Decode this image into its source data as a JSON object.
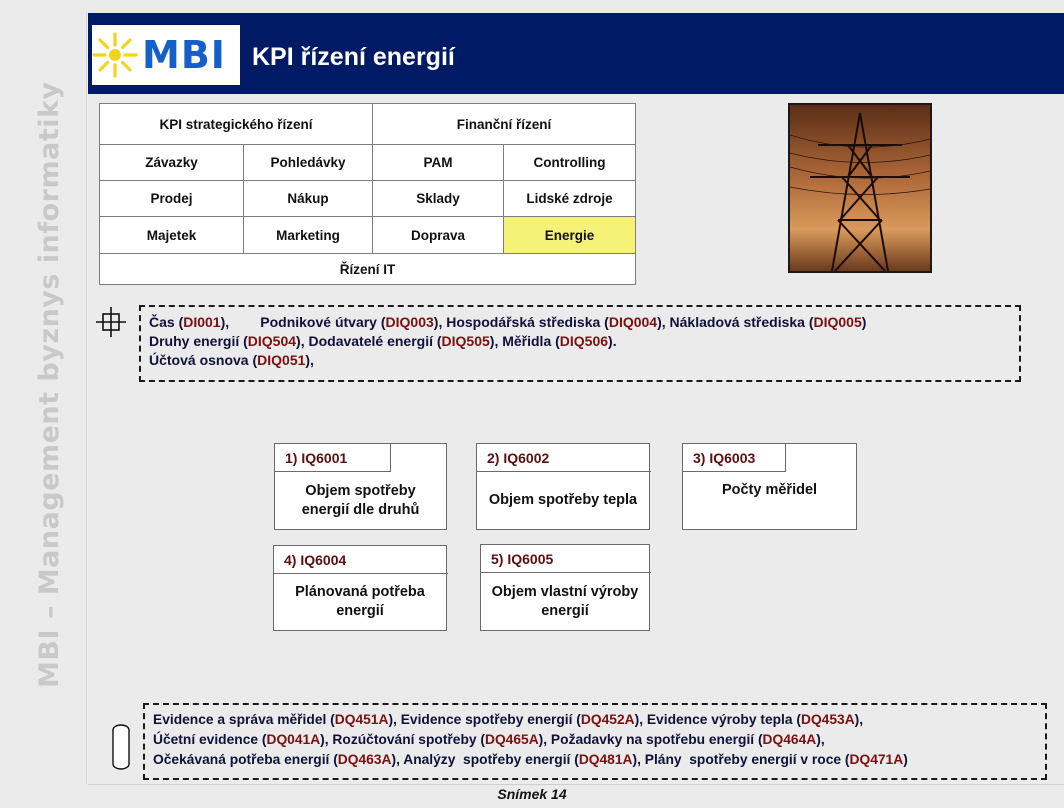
{
  "sidebar_text": "MBI – Management byznys informatiky",
  "header": {
    "logo_text": "MBI",
    "title": "KPI řízení energií"
  },
  "kpi_grid": {
    "row0": [
      "KPI strategického řízení",
      "Finanční řízení"
    ],
    "row1": [
      "Závazky",
      "Pohledávky",
      "PAM",
      "Controlling"
    ],
    "row2": [
      "Prodej",
      "Nákup",
      "Sklady",
      "Lidské zdroje"
    ],
    "row3": [
      "Majetek",
      "Marketing",
      "Doprava",
      "Energie"
    ],
    "row4": [
      "Řízení IT"
    ],
    "highlight_color": "#f6f177"
  },
  "photo": {
    "subject": "power-pylon"
  },
  "dimensions_box": {
    "icon": "crosshair-icon",
    "line1": [
      {
        "text": "Čas ("
      },
      {
        "text": "DI001",
        "code": true
      },
      {
        "text": "),        Podnikové útvary ("
      },
      {
        "text": "DIQ003",
        "code": true
      },
      {
        "text": "), Hospodářská střediska ("
      },
      {
        "text": "DIQ004",
        "code": true
      },
      {
        "text": "), Nákladová střediska ("
      },
      {
        "text": "DIQ005",
        "code": true
      },
      {
        "text": ")"
      }
    ],
    "line2": [
      {
        "text": "Druhy energií ("
      },
      {
        "text": "DIQ504",
        "code": true
      },
      {
        "text": "), Dodavatelé energií ("
      },
      {
        "text": "DIQ505",
        "code": true
      },
      {
        "text": "), Měřidla ("
      },
      {
        "text": "DIQ506",
        "code": true
      },
      {
        "text": ")."
      }
    ],
    "line3": [
      {
        "text": "Účtová osnova ("
      },
      {
        "text": "DIQ051",
        "code": true
      },
      {
        "text": "),"
      }
    ]
  },
  "indicators": [
    {
      "head": "1) IQ6001",
      "body": "Objem spotřeby energií dle druhů"
    },
    {
      "head": "2) IQ6002",
      "body": "Objem spotřeby tepla"
    },
    {
      "head": "3) IQ6003",
      "body": "Počty měřidel"
    },
    {
      "head": "4) IQ6004",
      "body": "Plánovaná potřeba energií"
    },
    {
      "head": "5) IQ6005",
      "body": "Objem vlastní výroby energií"
    }
  ],
  "data_box": {
    "icon": "database-icon",
    "line1": [
      {
        "text": "Evidence a správa měřidel ("
      },
      {
        "text": "DQ451A",
        "code": true
      },
      {
        "text": "), Evidence spotřeby energií ("
      },
      {
        "text": "DQ452A",
        "code": true
      },
      {
        "text": "), Evidence výroby tepla ("
      },
      {
        "text": "DQ453A",
        "code": true
      },
      {
        "text": "),"
      }
    ],
    "line2": [
      {
        "text": "Účetní evidence ("
      },
      {
        "text": "DQ041A",
        "code": true
      },
      {
        "text": "), Rozúčtování spotřeby ("
      },
      {
        "text": "DQ465A",
        "code": true
      },
      {
        "text": "), Požadavky na spotřebu energií ("
      },
      {
        "text": "DQ464A",
        "code": true
      },
      {
        "text": "),"
      }
    ],
    "line3": [
      {
        "text": "Očekávaná potřeba energií ("
      },
      {
        "text": "DQ463A",
        "code": true
      },
      {
        "text": "), Analýzy  spotřeby energií ("
      },
      {
        "text": "DQ481A",
        "code": true
      },
      {
        "text": "), Plány  spotřeby energií v roce ("
      },
      {
        "text": "DQ471A",
        "code": true
      },
      {
        "text": ")"
      }
    ]
  },
  "footer": "Snímek  14",
  "colors": {
    "header_bg": "#001a66",
    "logo_blue": "#1560c8",
    "code_red": "#7a1010"
  }
}
